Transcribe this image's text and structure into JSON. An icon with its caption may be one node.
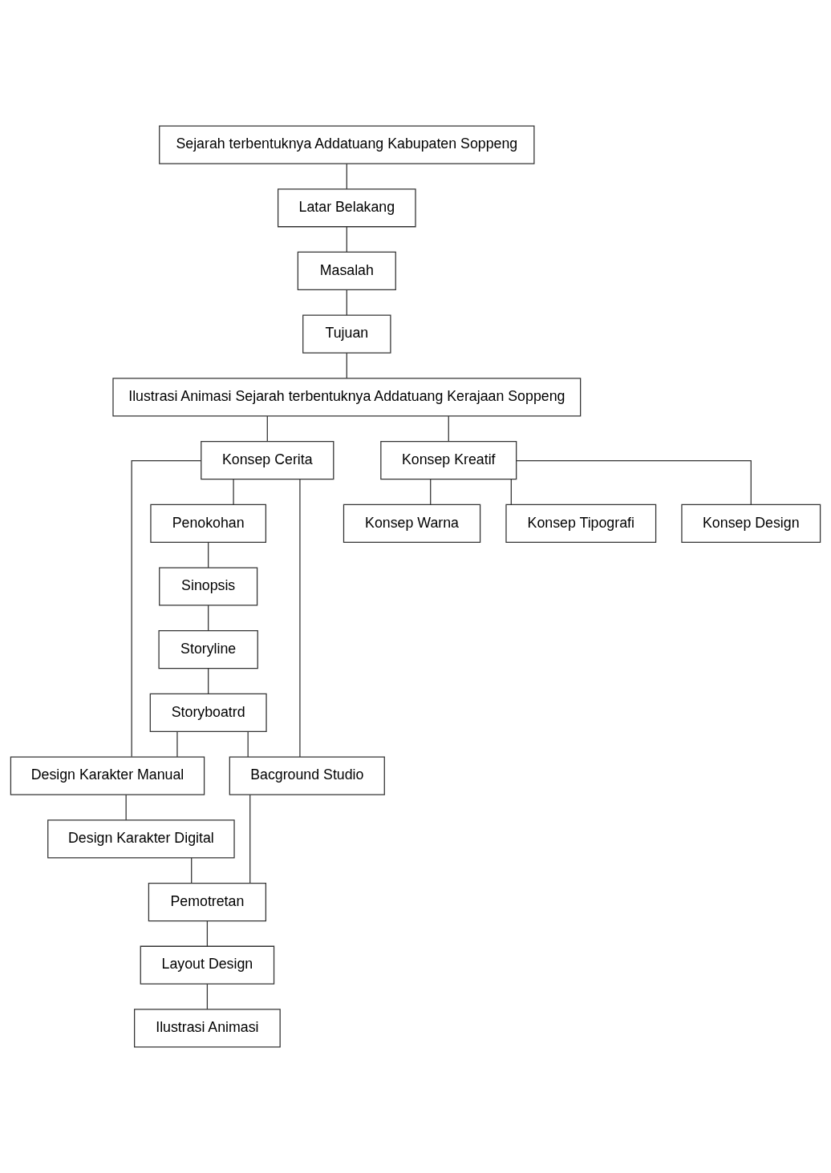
{
  "diagram": {
    "nodes": [
      {
        "text": [
          "Sejarah terbentuknya Addatuang Kabupaten Soppeng"
        ]
      },
      {
        "text": [
          "Latar Belakang"
        ]
      },
      {
        "text": [
          "Masalah"
        ]
      },
      {
        "text": [
          "Tujuan"
        ]
      },
      {
        "text": [
          "Ilustrasi Animasi Sejarah terbentuknya Addatuang Kerajaan Soppeng"
        ]
      },
      {
        "text": [
          "Konsep Warna"
        ]
      },
      {
        "text": [
          "Konsep Tipografi"
        ]
      },
      {
        "text": [
          "Konsep Design"
        ]
      },
      {
        "text": [
          "Konsep Cerita"
        ]
      },
      {
        "text": [
          "Konsep Kreatif"
        ]
      },
      {
        "text": [
          "Penokohan"
        ]
      },
      {
        "text": [
          "Sinopsis"
        ]
      },
      {
        "text": [
          "Design Karakter Manual"
        ]
      },
      {
        "text": [
          "Storyline"
        ]
      },
      {
        "text": [
          "Design Karakter Digital"
        ]
      },
      {
        "text": [
          "Storyboatrd"
        ]
      },
      {
        "text": [
          "Pemotretan"
        ]
      },
      {
        "text": [
          "Layout Design"
        ]
      },
      {
        "text": [
          "Bacground Studio"
        ]
      },
      {
        "text": [
          "Ilustrasi Animasi"
        ]
      }
    ],
    "edges": [
      {
        "from": 0,
        "to": 1,
        "arrow": "none"
      },
      {
        "from": 1,
        "to": 2,
        "arrow": "none"
      },
      {
        "from": 2,
        "to": 3,
        "arrow": "none"
      },
      {
        "from": 3,
        "to": 4,
        "arrow": "none"
      },
      {
        "from": 4,
        "to": 8,
        "arrow": "none"
      },
      {
        "from": 4,
        "to": 9,
        "arrow": "none"
      },
      {
        "from": 9,
        "to": 5,
        "arrow": "none"
      },
      {
        "from": 9,
        "to": 6,
        "arrow": "none"
      },
      {
        "from": 9,
        "to": 7,
        "arrow": "none"
      },
      {
        "from": 8,
        "to": 10,
        "arrow": "none"
      },
      {
        "from": 10,
        "to": 11,
        "arrow": "none"
      },
      {
        "from": 11,
        "to": 13,
        "arrow": "none"
      },
      {
        "from": 13,
        "to": 15,
        "arrow": "none"
      },
      {
        "from": 8,
        "to": 12,
        "arrow": "none"
      },
      {
        "from": 15,
        "to": 12,
        "arrow": "none"
      },
      {
        "from": 8,
        "to": 18,
        "arrow": "none"
      },
      {
        "from": 15,
        "to": 18,
        "arrow": "none"
      },
      {
        "from": 12,
        "to": 14,
        "arrow": "none"
      },
      {
        "from": 14,
        "to": 16,
        "arrow": "none"
      },
      {
        "from": 18,
        "to": 16,
        "arrow": "none"
      },
      {
        "from": 16,
        "to": 17,
        "arrow": "none"
      },
      {
        "from": 17,
        "to": 19,
        "arrow": "none"
      }
    ]
  }
}
